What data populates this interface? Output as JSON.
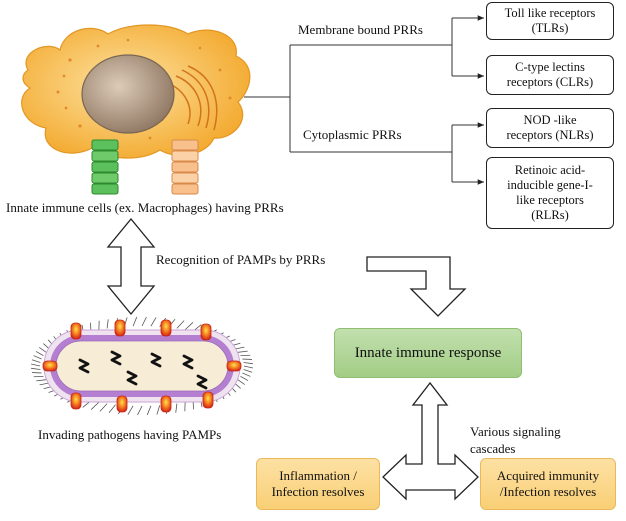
{
  "cell_caption": "Innate immune cells (ex. Macrophages) having PRRs",
  "pathogen_caption": "Invading pathogens having PAMPs",
  "recognition_label": "Recognition of PAMPs by PRRs",
  "membrane_prrs": "Membrane bound PRRs",
  "cytoplasmic_prrs": "Cytoplasmic PRRs",
  "receptors": {
    "tlr": "Toll like receptors\n(TLRs)",
    "clr": "C-type lectins\nreceptors (CLRs)",
    "nlr": "NOD -like\nreceptors (NLRs)",
    "rlr": "Retinoic acid-\ninducible gene-I-\nlike receptors\n(RLRs)"
  },
  "innate_response": "Innate immune response",
  "signaling_label": "Various signaling\ncascades",
  "inflammation": "Inflammation /\nInfection resolves",
  "acquired": "Acquired immunity\n/Infection resolves",
  "colors": {
    "green_box": "#a9d18e",
    "orange_box": "#fbd78a",
    "cell_body": "#f6b53c",
    "nucleus": "#b09a84",
    "pathogen_outer": "#b57fd1",
    "pathogen_inner": "#f7ecd5",
    "pamp": "#e8401c"
  }
}
